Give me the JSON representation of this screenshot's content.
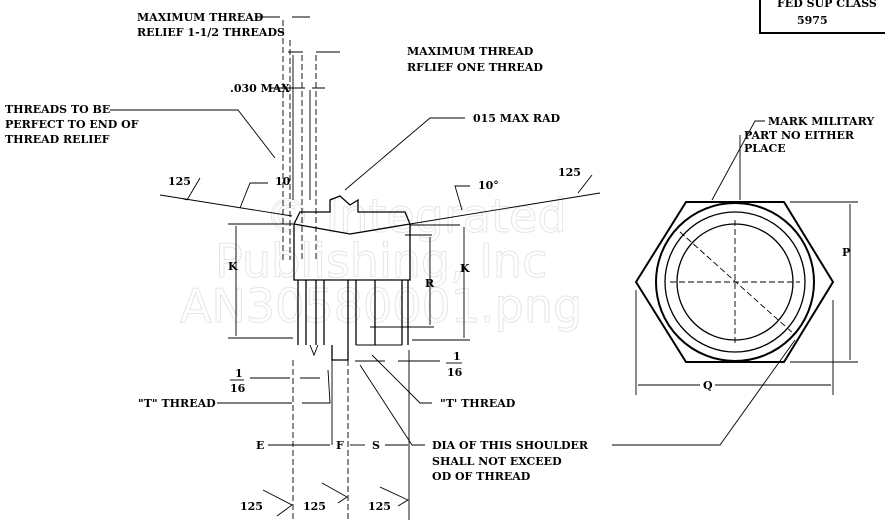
{
  "title_block": {
    "line1": "FED SUP CLASS",
    "line2": "5975"
  },
  "notes": {
    "relief_1_5_line1": "MAXIMUM THREAD",
    "relief_1_5_line2": "RELIEF 1-1/2 THREADS",
    "relief_one_line1": "MAXIMUM THREAD",
    "relief_one_line2": "RFLIEF ONE THREAD",
    "max_030": ".030 MAX",
    "threads_line1": "THREADS TO BE",
    "threads_line2": "PERFECT TO END OF",
    "threads_line3": "THREAD RELIEF",
    "max_rad": "015 MAX RAD",
    "mark_line1": "MARK MILITARY",
    "mark_line2": "PART NO  EITHER",
    "mark_line3": "PLACE",
    "shoulder_line1": "DIA OF THIS SHOULDER",
    "shoulder_line2": "SHALL NOT EXCEED",
    "shoulder_line3": "OD OF THREAD",
    "t_thread_left": "\"T\" THREAD",
    "t_thread_right": "\"T' THREAD"
  },
  "dimensions": {
    "k_left": "K",
    "k_right": "K",
    "r": "R",
    "p": "P",
    "q": "Q",
    "e": "E",
    "f": "F",
    "s": "S",
    "frac_num": "1",
    "frac_den": "16",
    "angle_left": "10",
    "angle_right": "10°",
    "finish": "125"
  },
  "watermark": {
    "line1": "© Integrated",
    "line2": "Publishing, Inc",
    "line3": "AN30580001.png"
  }
}
